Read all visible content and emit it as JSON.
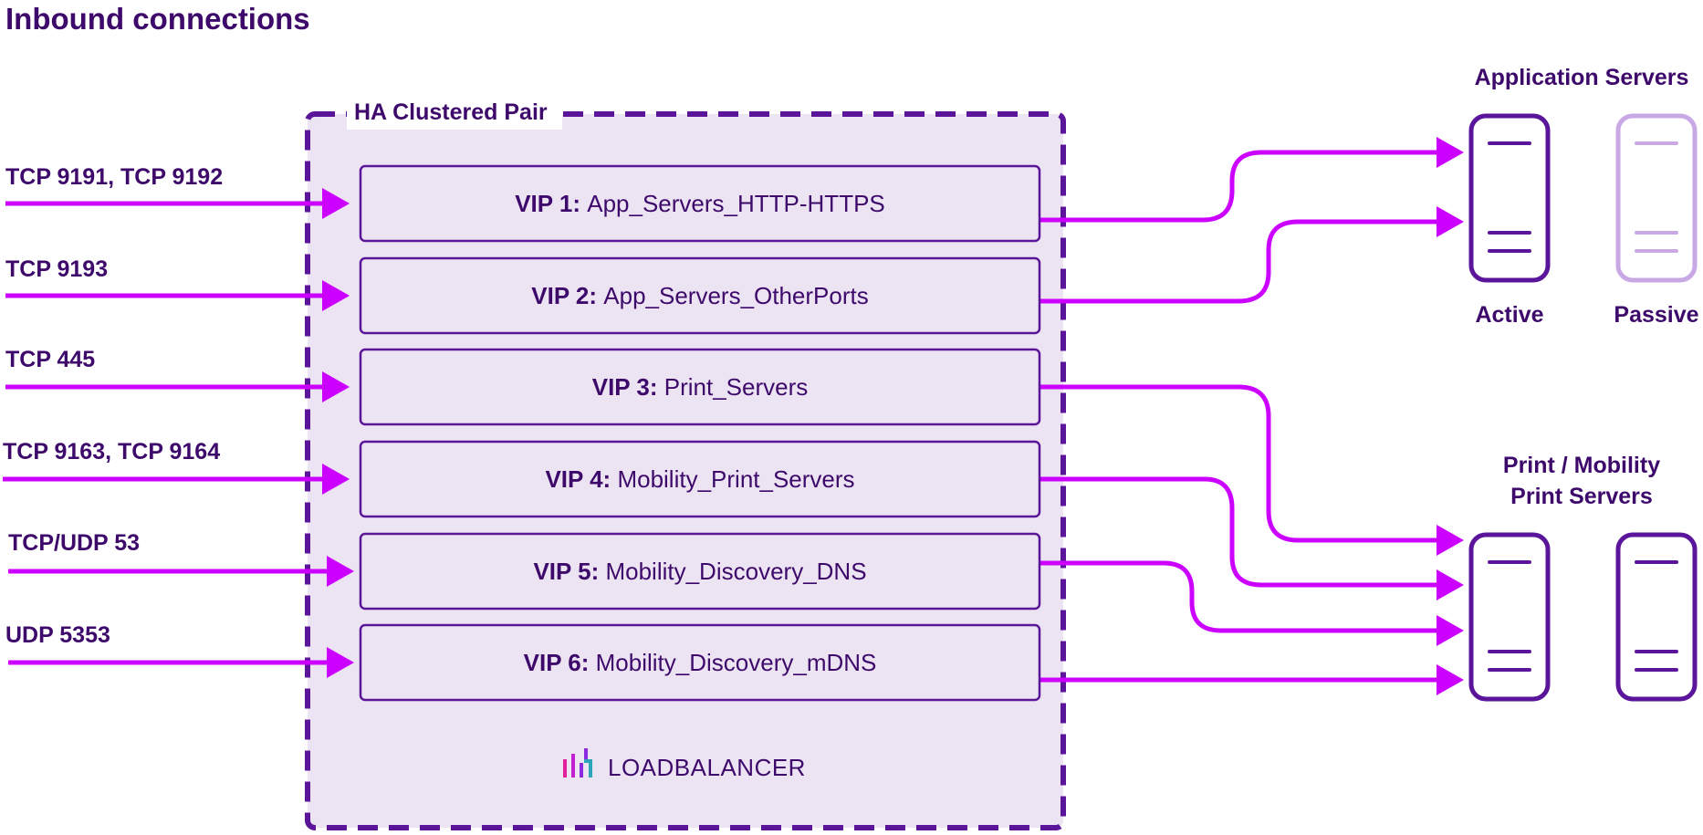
{
  "title": "Inbound connections",
  "cluster": {
    "label": "HA Clustered Pair"
  },
  "inbound_ports": [
    "TCP 9191, TCP 9192",
    "TCP 9193",
    "TCP 445",
    "TCP 9163, TCP 9164",
    "TCP/UDP 53",
    "UDP 5353"
  ],
  "vips": [
    {
      "id": "VIP 1:",
      "name": "App_Servers_HTTP-HTTPS"
    },
    {
      "id": "VIP 2:",
      "name": "App_Servers_OtherPorts"
    },
    {
      "id": "VIP 3:",
      "name": "Print_Servers"
    },
    {
      "id": "VIP 4:",
      "name": "Mobility_Print_Servers"
    },
    {
      "id": "VIP 5:",
      "name": "Mobility_Discovery_DNS"
    },
    {
      "id": "VIP 6:",
      "name": "Mobility_Discovery_mDNS"
    }
  ],
  "app_servers": {
    "title": "Application Servers",
    "active_label": "Active",
    "passive_label": "Passive"
  },
  "print_servers": {
    "title_line1": "Print / Mobility",
    "title_line2": "Print Servers"
  },
  "logo_text": "LOADBALANCER",
  "colors": {
    "accent": "#cc00ff",
    "dark_purple": "#3d0a6b",
    "border_purple": "#5b159a",
    "cluster_fill": "#ede4f3",
    "passive_purple": "#c9a8e6",
    "logo_pink": "#e0219b",
    "logo_purple": "#8a2be2",
    "logo_teal": "#2aa6b8"
  }
}
